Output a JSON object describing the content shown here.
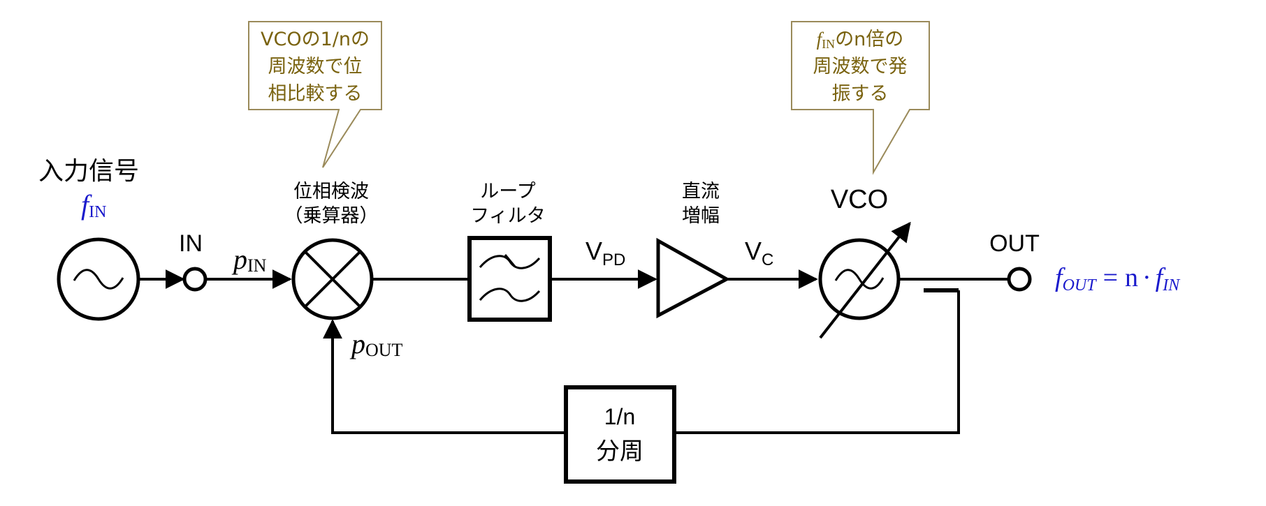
{
  "colors": {
    "line": "#000000",
    "accent_blue": "#1a1acc",
    "callout_border": "#9a8a5a",
    "callout_text": "#7a6310"
  },
  "input": {
    "title": "入力信号",
    "freq_symbol": "f",
    "freq_subscript": "IN"
  },
  "in_terminal": {
    "label": "IN"
  },
  "p_in": {
    "symbol": "p",
    "subscript": "IN"
  },
  "p_out": {
    "symbol": "p",
    "subscript": "OUT"
  },
  "phase_detector": {
    "label_line1": "位相検波",
    "label_line2": "（乗算器）"
  },
  "loop_filter": {
    "label_line1": "ループ",
    "label_line2": "フィルタ"
  },
  "vpd": {
    "main": "V",
    "subscript": "PD"
  },
  "dc_amp": {
    "label_line1": "直流",
    "label_line2": "増幅"
  },
  "vc": {
    "main": "V",
    "subscript": "C"
  },
  "vco": {
    "label": "VCO"
  },
  "out_terminal": {
    "label": "OUT"
  },
  "formula": {
    "lhs_symbol": "f",
    "lhs_subscript": "OUT",
    "equals": "=",
    "n": "n",
    "dot": "·",
    "rhs_symbol": "f",
    "rhs_subscript": "IN"
  },
  "divider": {
    "line1": "1/n",
    "line2": "分周"
  },
  "callout_left": {
    "line1": "VCOの1/nの",
    "line2": "周波数で位",
    "line3": "相比較する"
  },
  "callout_right": {
    "line1_symbol": "f",
    "line1_subscript": "IN",
    "line1_rest": "のn倍の",
    "line2": "周波数で発",
    "line3": "振する"
  }
}
